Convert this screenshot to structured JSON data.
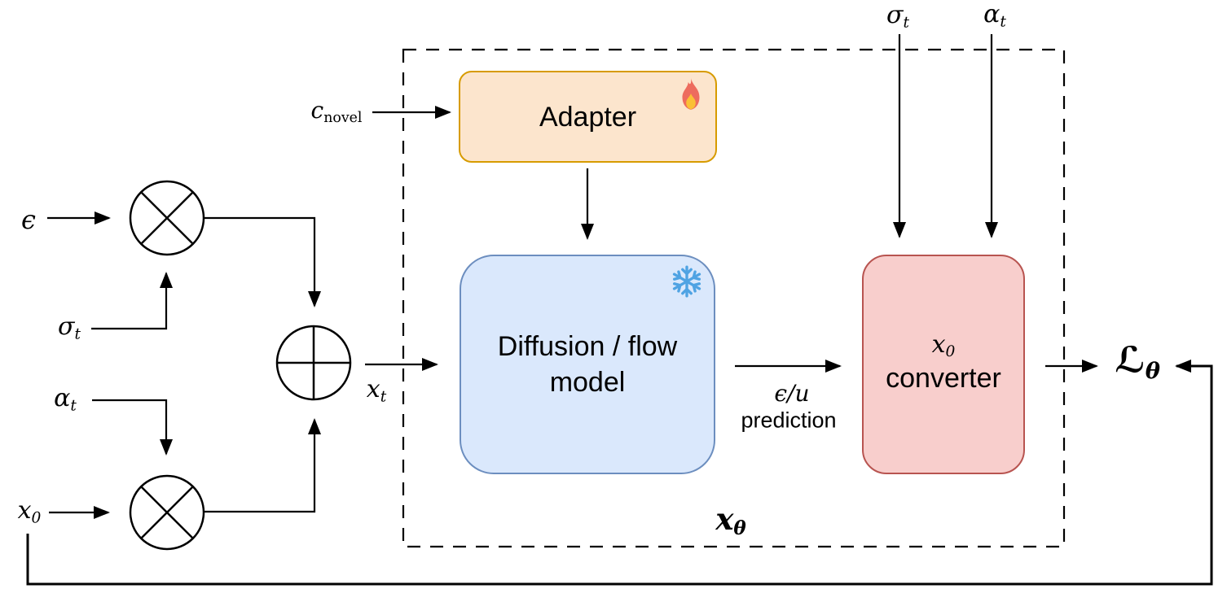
{
  "figure": {
    "background": "#FFFFFF",
    "line_color": "#000000"
  },
  "labels": {
    "epsilon": {
      "base": "ϵ"
    },
    "sigma_t_left": {
      "base": "σ",
      "sub": "t"
    },
    "alpha_t_left": {
      "base": "α",
      "sub": "t"
    },
    "x0_left": {
      "base": "x",
      "sub": "0"
    },
    "x_t": {
      "base": "x",
      "sub": "t"
    },
    "c_novel": {
      "base": "c",
      "sub": "novel"
    },
    "sigma_t_top": {
      "base": "σ",
      "sub": "t"
    },
    "alpha_t_top": {
      "base": "α",
      "sub": "t"
    },
    "x_theta_group": {
      "base": "x",
      "sub": "θ"
    },
    "loss": {
      "base": "ℒ",
      "sub": "θ"
    }
  },
  "boxes": {
    "adapter": {
      "label": "Adapter",
      "fill": "#FCE5CD",
      "stroke": "#D79B00",
      "icon": "fire"
    },
    "diffusion": {
      "label_line1": "Diffusion / flow",
      "label_line2": "model",
      "fill": "#DAE8FC",
      "stroke": "#6C8EBF",
      "icon": "snowflake"
    },
    "converter": {
      "label_math_base": "x",
      "label_math_sub": "0",
      "label_text": "converter",
      "fill": "#F8CECC",
      "stroke": "#B85450"
    }
  },
  "edge_labels": {
    "prediction_math": "ϵ/u",
    "prediction_text": "prediction"
  },
  "operators": {
    "multiply_top": "⊗",
    "multiply_bottom": "⊗",
    "add": "⊕"
  }
}
